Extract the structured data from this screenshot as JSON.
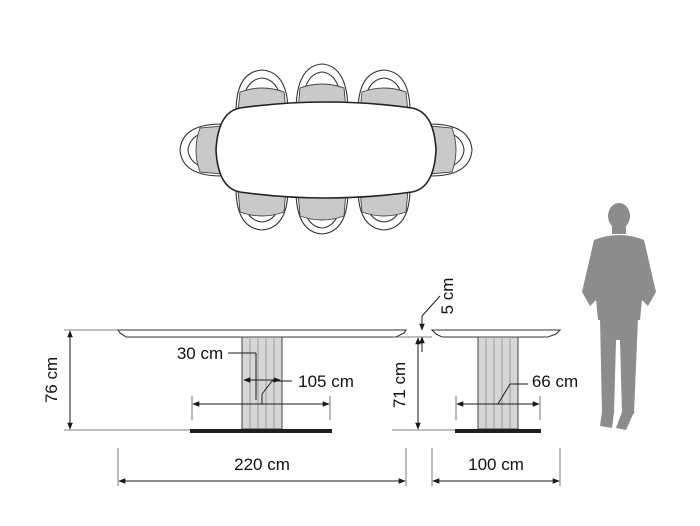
{
  "dimensions": {
    "total_height": "76 cm",
    "top_thickness": "5 cm",
    "base_column_width": "30 cm",
    "base_depth_front": "105 cm",
    "base_height": "71 cm",
    "base_depth_side": "66 cm",
    "table_length": "220 cm",
    "table_width": "100 cm"
  },
  "colors": {
    "line": "#1a1a1a",
    "column_fill": "#d6d6d6",
    "seat_fill": "#c9c9c9",
    "figure_fill": "#8c8c8c",
    "foot_plate": "#1f1f1f"
  }
}
